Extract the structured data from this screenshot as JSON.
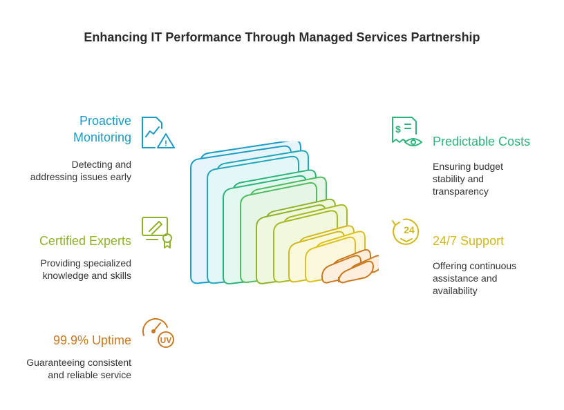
{
  "title": "Enhancing IT Performance Through Managed Services Partnership",
  "items": [
    {
      "heading": "Proactive Monitoring",
      "heading_lines": [
        "Proactive",
        "Monitoring"
      ],
      "description_lines": [
        "Detecting and",
        "addressing issues early"
      ],
      "color": "#1a9bc4",
      "icon": "chart-warning-icon"
    },
    {
      "heading": "Certified Experts",
      "description_lines": [
        "Providing specialized",
        "knowledge and skills"
      ],
      "color": "#8fb22a",
      "icon": "certificate-icon"
    },
    {
      "heading": "99.9% Uptime",
      "description_lines": [
        "Guaranteeing consistent",
        "and reliable service"
      ],
      "color": "#c9781e",
      "icon": "speedometer-icon"
    },
    {
      "heading": "Predictable Costs",
      "description_lines": [
        "Ensuring budget",
        "stability and",
        "transparency"
      ],
      "color": "#2bb37a",
      "icon": "invoice-eye-icon"
    },
    {
      "heading": "24/7 Support",
      "description_lines": [
        "Offering continuous",
        "assistance and",
        "availability"
      ],
      "color": "#d0b81c",
      "icon": "24-hours-icon"
    }
  ],
  "icons": {
    "chart_warning_mark": "!",
    "invoice_currency": "$",
    "speedometer_text": "UV",
    "support_hours": "24"
  },
  "layers": [
    {
      "fill": "#e6f5fb",
      "stroke": "#1a9bc4"
    },
    {
      "fill": "#e3f6f8",
      "stroke": "#25a6b8"
    },
    {
      "fill": "#e2f7ef",
      "stroke": "#2bb37a"
    },
    {
      "fill": "#e6f6e6",
      "stroke": "#4fbb62"
    },
    {
      "fill": "#eff7df",
      "stroke": "#8fb22a"
    },
    {
      "fill": "#f2f8de",
      "stroke": "#a6ba24"
    },
    {
      "fill": "#fbf9dc",
      "stroke": "#d0b81c"
    },
    {
      "fill": "#fbf7dc",
      "stroke": "#dcc11a"
    },
    {
      "fill": "#fdeede",
      "stroke": "#c9781e"
    },
    {
      "fill": "#fdeede",
      "stroke": "#c9781e"
    }
  ]
}
